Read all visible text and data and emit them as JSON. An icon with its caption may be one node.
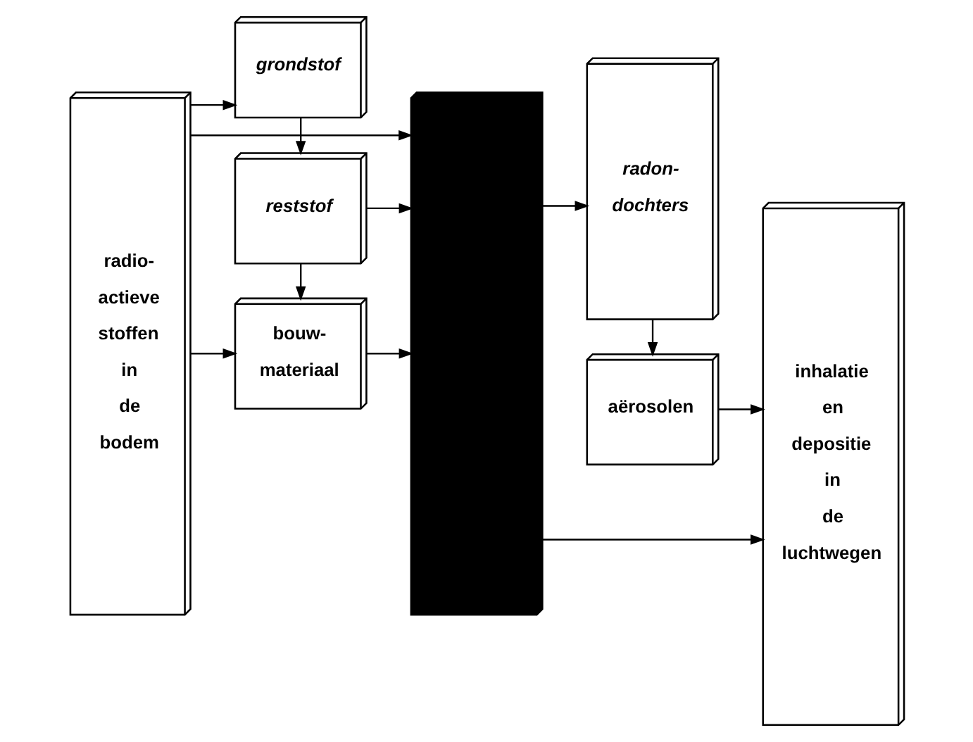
{
  "diagram": {
    "nodes": [
      {
        "text": [
          "radio- actieve stoffen in de bodem"
        ]
      },
      {
        "text": [
          "grondstof"
        ]
      },
      {
        "text": [
          "reststof"
        ]
      },
      {
        "text": [
          "bouw- materiaal"
        ]
      },
      {
        "text": [],
        "shape": "box"
      },
      {
        "text": [
          "radon- dochters"
        ]
      },
      {
        "text": [
          "aërosolen"
        ]
      },
      {
        "text": [
          "inhalatie en depositie in de luchtwegen"
        ]
      }
    ],
    "edges": [
      {
        "from": 0,
        "to": 1,
        "arrow": "to"
      },
      {
        "from": 1,
        "to": 2,
        "arrow": "to"
      },
      {
        "from": 2,
        "to": 3,
        "arrow": "to"
      },
      {
        "from": 0,
        "to": 3,
        "arrow": "to"
      },
      {
        "from": 2,
        "to": 4,
        "arrow": "to"
      },
      {
        "from": 3,
        "to": 4,
        "arrow": "to"
      },
      {
        "from": 0,
        "to": 4,
        "arrow": "to"
      },
      {
        "from": 4,
        "to": 5,
        "arrow": "to"
      },
      {
        "from": 5,
        "to": 6,
        "arrow": "to"
      },
      {
        "from": 6,
        "to": 7,
        "arrow": "to"
      },
      {
        "from": 4,
        "to": 7,
        "arrow": "to"
      }
    ]
  }
}
